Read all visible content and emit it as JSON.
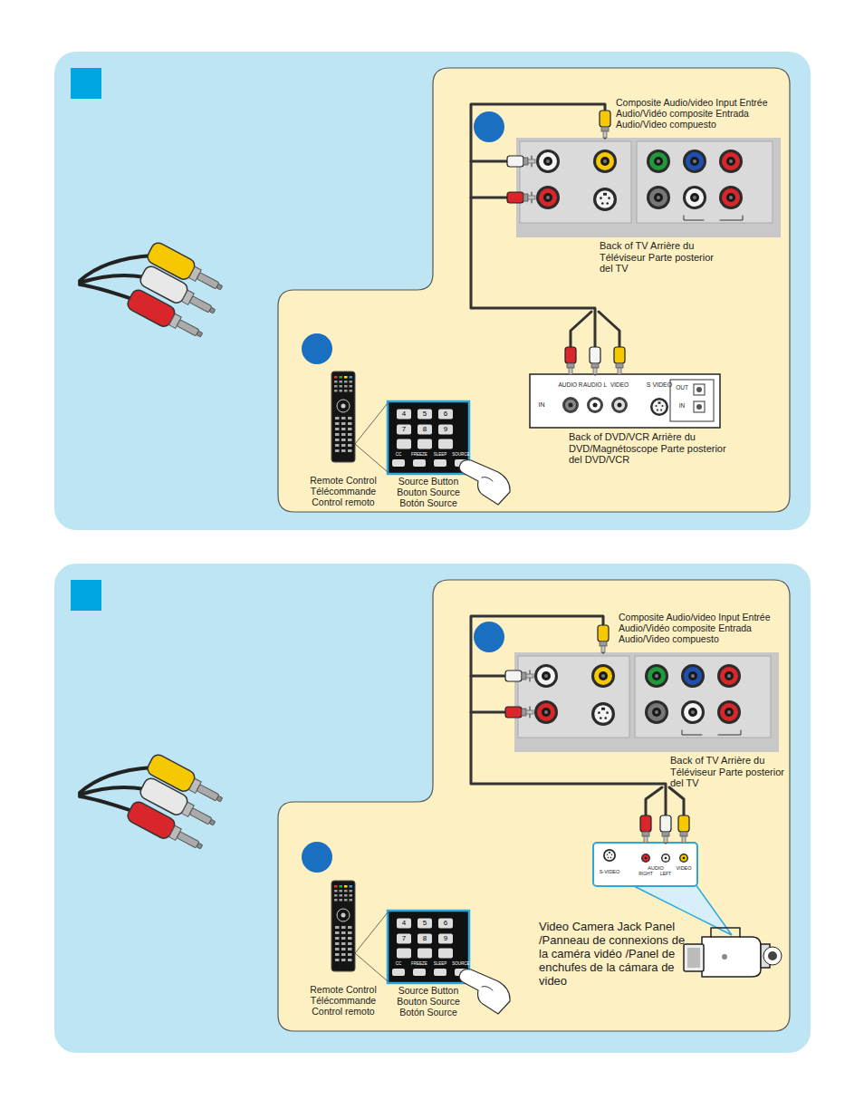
{
  "diagram": {
    "nodes": [
      {
        "text": [
          "Back of TV Arrière du Téléviseur Parte posterior del TV"
        ]
      },
      {
        "text": [
          "IN",
          "AUDIO R",
          "AUDIO L",
          "VIDEO",
          "S VIDEO",
          "OUT",
          "IN",
          "Back of DVD/VCR Arrière du DVD/Magnétoscope Parte posterior del DVD/VCR"
        ]
      },
      {
        "text": [
          "Remote Control Télécommande Control remoto"
        ]
      },
      {
        "text": [
          "4",
          "5",
          "6",
          "7",
          "8",
          "9",
          "CC",
          "FREEZE",
          "SLEEP",
          "SOURCE",
          "Source Button Bouton Source Botón Source"
        ]
      },
      {
        "text": [
          "Back of TV Arrière du Téléviseur Parte posterior del TV"
        ]
      },
      {
        "text": [
          "S-VIDEO",
          "AUDIO",
          "RIGHT",
          "LEFT",
          "VIDEO",
          "Video Camera Jack Panel /Panneau de connexions de la caméra vidéo /Panel de enchufes de la cámara de video"
        ]
      },
      {
        "text": [
          "Remote Control Télécommande Control remoto"
        ]
      },
      {
        "text": [
          "4",
          "5",
          "6",
          "7",
          "8",
          "9",
          "CC",
          "FREEZE",
          "SLEEP",
          "SOURCE",
          "Source Button Bouton Source Botón Source"
        ]
      }
    ],
    "edges": [
      {
        "from": 1,
        "to": 0,
        "arrow": "none"
      },
      {
        "from": 2,
        "to": 3,
        "arrow": "none"
      },
      {
        "from": 5,
        "to": 4,
        "arrow": "none"
      },
      {
        "from": 6,
        "to": 7,
        "arrow": "none"
      }
    ],
    "labels": [
      "Composite Audio/video Input Entrée Audio/Vidéo composite Entrada Audio/Video compuesto",
      "Composite Audio/video Input Entrée Audio/Vidéo composite Entrada Audio/Video compuesto"
    ]
  }
}
